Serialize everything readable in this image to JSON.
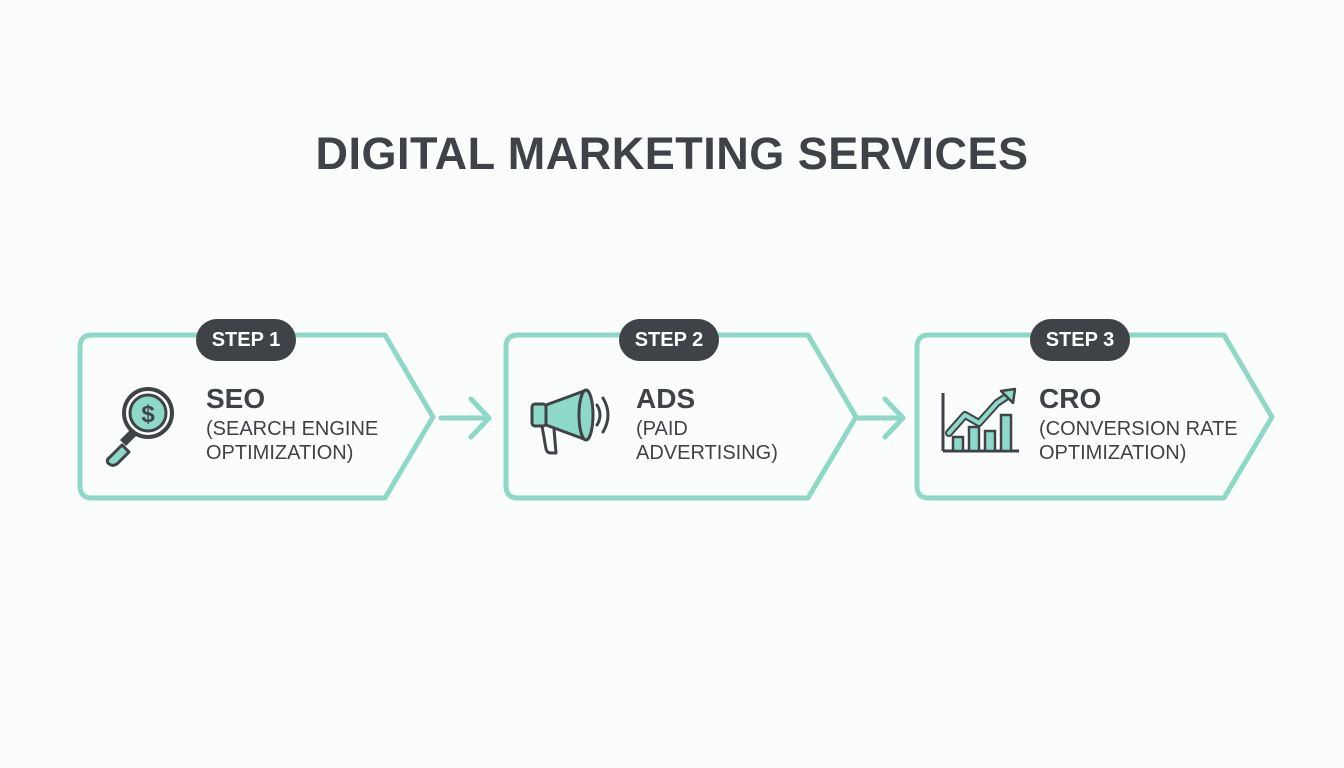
{
  "title": "DIGITAL MARKETING SERVICES",
  "colors": {
    "accent": "#8ed8c8",
    "text": "#3f4347",
    "badge_bg": "#3f4347",
    "background": "#fbfcfc"
  },
  "steps": [
    {
      "badge": "STEP 1",
      "name": "SEO",
      "description": "(SEARCH ENGINE OPTIMIZATION)",
      "icon": "magnifier-dollar-icon"
    },
    {
      "badge": "STEP 2",
      "name": "ADS",
      "description": "(PAID ADVERTISING)",
      "icon": "megaphone-icon"
    },
    {
      "badge": "STEP 3",
      "name": "CRO",
      "description": "(CONVERSION RATE OPTIMIZATION)",
      "icon": "growth-chart-icon"
    }
  ]
}
